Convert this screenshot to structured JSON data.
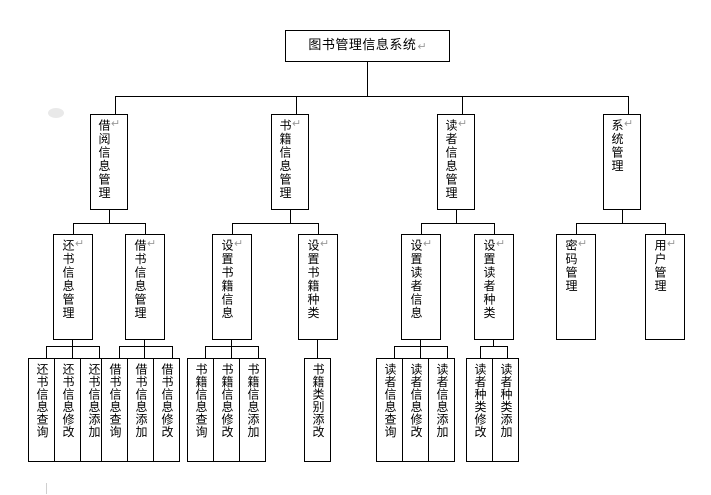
{
  "diagram": {
    "title": "图书管理信息系统",
    "type": "organizational-hierarchy-chart",
    "return_mark": "↵",
    "levels": 4,
    "root": {
      "id": "root",
      "label": "图书管理信息系统",
      "orientation": "horizontal"
    },
    "level2": [
      {
        "id": "borrow-mgmt",
        "label": "借阅信息管理"
      },
      {
        "id": "book-mgmt",
        "label": "书籍信息管理"
      },
      {
        "id": "reader-mgmt",
        "label": "读者信息管理"
      },
      {
        "id": "system-mgmt",
        "label": "系统管理"
      }
    ],
    "level3": [
      {
        "id": "return-info-mgmt",
        "label": "还书信息管理",
        "parent": "borrow-mgmt"
      },
      {
        "id": "borrow-info-mgmt",
        "label": "借书信息管理",
        "parent": "borrow-mgmt"
      },
      {
        "id": "set-book-info",
        "label": "设置书籍信息",
        "parent": "book-mgmt"
      },
      {
        "id": "set-book-category",
        "label": "设置书籍种类",
        "parent": "book-mgmt"
      },
      {
        "id": "set-reader-info",
        "label": "设置读者信息",
        "parent": "reader-mgmt"
      },
      {
        "id": "set-reader-type",
        "label": "设置读者种类",
        "parent": "reader-mgmt"
      },
      {
        "id": "password-mgmt",
        "label": "密码管理",
        "parent": "system-mgmt"
      },
      {
        "id": "user-mgmt",
        "label": "用户管理",
        "parent": "system-mgmt"
      }
    ],
    "leaves": [
      {
        "id": "return-query",
        "label": "还书信息查询",
        "parent": "return-info-mgmt"
      },
      {
        "id": "return-modify",
        "label": "还书信息修改",
        "parent": "return-info-mgmt"
      },
      {
        "id": "return-add",
        "label": "还书信息添加",
        "parent": "return-info-mgmt"
      },
      {
        "id": "borrow-query",
        "label": "借书信息查询",
        "parent": "borrow-info-mgmt"
      },
      {
        "id": "borrow-add",
        "label": "借书信息添加",
        "parent": "borrow-info-mgmt"
      },
      {
        "id": "borrow-modify",
        "label": "借书信息修改",
        "parent": "borrow-info-mgmt"
      },
      {
        "id": "book-query",
        "label": "书籍信息查询",
        "parent": "set-book-info"
      },
      {
        "id": "book-modify",
        "label": "书籍信息修改",
        "parent": "set-book-info"
      },
      {
        "id": "book-add",
        "label": "书籍信息添加",
        "parent": "set-book-info"
      },
      {
        "id": "book-cat-addmod",
        "label": "书籍类别添改",
        "parent": "set-book-category"
      },
      {
        "id": "reader-query",
        "label": "读者信息查询",
        "parent": "set-reader-info"
      },
      {
        "id": "reader-modify",
        "label": "读者信息修改",
        "parent": "set-reader-info"
      },
      {
        "id": "reader-add",
        "label": "读者信息添加",
        "parent": "set-reader-info"
      },
      {
        "id": "reader-type-modify",
        "label": "读者种类修改",
        "parent": "set-reader-type"
      },
      {
        "id": "reader-type-add",
        "label": "读者种类添加",
        "parent": "set-reader-type"
      }
    ]
  }
}
